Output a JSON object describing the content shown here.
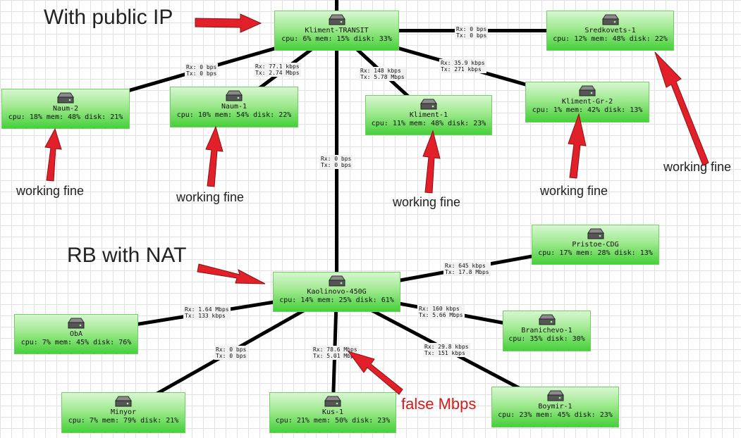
{
  "colors": {
    "node_top": "#d6f7cf",
    "node_bottom": "#46d03a",
    "link": "#000000",
    "arrow": "#e2202a",
    "note_red": "#d01c1c"
  },
  "nodes": [
    {
      "id": "kliment-transit",
      "name": "Kliment-TRANSIT",
      "stats": "cpu: 6% mem: 15% disk: 33%"
    },
    {
      "id": "sredkovets-1",
      "name": "Sredkovets-1",
      "stats": "cpu: 12% mem: 48% disk: 22%"
    },
    {
      "id": "naum-2",
      "name": "Naum-2",
      "stats": "cpu: 18% mem: 48% disk: 21%"
    },
    {
      "id": "naum-1",
      "name": "Naum-1",
      "stats": "cpu: 10% mem: 54% disk: 22%"
    },
    {
      "id": "kliment-1",
      "name": "Kliment-1",
      "stats": "cpu: 11% mem: 48% disk: 23%"
    },
    {
      "id": "kliment-gr-2",
      "name": "Kliment-Gr-2",
      "stats": "cpu: 1% mem: 42% disk: 13%"
    },
    {
      "id": "pristoe-cdg",
      "name": "Pristoe-CDG",
      "stats": "cpu: 17% mem: 28% disk: 13%"
    },
    {
      "id": "kaolinovo-450g",
      "name": "Kaolinovo-450G",
      "stats": "cpu: 14% mem: 25% disk: 61%"
    },
    {
      "id": "oba",
      "name": "ObA",
      "stats": "cpu: 7% mem: 45% disk: 76%"
    },
    {
      "id": "branichevo-1",
      "name": "Branichevo-1",
      "stats": "cpu: 35% disk: 30%"
    },
    {
      "id": "minyor",
      "name": "Minyor",
      "stats": "cpu: 7% mem: 79% disk: 21%"
    },
    {
      "id": "kus-1",
      "name": "Kus-1",
      "stats": "cpu: 21% mem: 50% disk: 23%"
    },
    {
      "id": "boymir-1",
      "name": "Boymir-1",
      "stats": "cpu: 23% mem: 45% disk: 23%"
    }
  ],
  "links": [
    {
      "from": "kliment-transit",
      "to": "sredkovets-1",
      "rx": "Rx: 0 bps",
      "tx": "Tx: 0 bps"
    },
    {
      "from": "kliment-transit",
      "to": "naum-2",
      "rx": "Rx: 0 bps",
      "tx": "Tx: 0 bps"
    },
    {
      "from": "kliment-transit",
      "to": "naum-1",
      "rx": "Rx: 77.1 kbps",
      "tx": "Tx: 2.74 Mbps"
    },
    {
      "from": "kliment-transit",
      "to": "kliment-1",
      "rx": "Rx: 148 kbps",
      "tx": "Tx: 5.78 Mbps"
    },
    {
      "from": "kliment-transit",
      "to": "kliment-gr-2",
      "rx": "Rx: 35.9 kbps",
      "tx": "Tx: 271 kbps"
    },
    {
      "from": "kliment-transit",
      "to": "kaolinovo-450g",
      "rx": "Rx: 0 bps",
      "tx": "Tx: 0 bps"
    },
    {
      "from": "kaolinovo-450g",
      "to": "pristoe-cdg",
      "rx": "Rx: 645 kbps",
      "tx": "Tx: 17.8 Mbps"
    },
    {
      "from": "kaolinovo-450g",
      "to": "oba",
      "rx": "Rx: 1.64 Mbps",
      "tx": "Tx: 133 kbps"
    },
    {
      "from": "kaolinovo-450g",
      "to": "branichevo-1",
      "rx": "Rx: 160 kbps",
      "tx": "Tx: 5.66 Mbps"
    },
    {
      "from": "kaolinovo-450g",
      "to": "minyor",
      "rx": "Rx: 0 bps",
      "tx": "Tx: 0 bps"
    },
    {
      "from": "kaolinovo-450g",
      "to": "kus-1",
      "rx": "Rx: 78.6 Mbps",
      "tx": "Tx: 5.01 Mbps"
    },
    {
      "from": "kaolinovo-450g",
      "to": "boymir-1",
      "rx": "Rx: 29.8 kbps",
      "tx": "Tx: 151 kbps"
    }
  ],
  "annotations": {
    "public_ip": "With public IP",
    "nat": "RB with NAT",
    "working_fine": "working fine",
    "false_mbps": "false Mbps"
  }
}
